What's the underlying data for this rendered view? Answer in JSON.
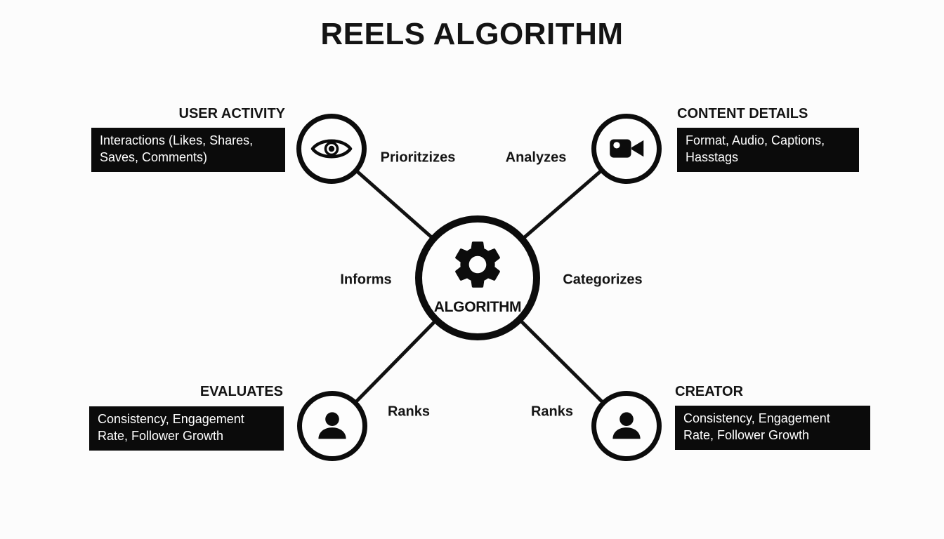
{
  "title": "REELS ALGORITHM",
  "center": {
    "label": "ALGORITHM",
    "icon": "gear-icon"
  },
  "nodes": [
    {
      "id": "user-activity",
      "position": "top-left",
      "heading": "USER ACTIVITY",
      "detail": "Interactions (Likes, Shares, Saves, Comments)",
      "icon": "eye-icon",
      "edge_label": "Prioritzizes"
    },
    {
      "id": "content-details",
      "position": "top-right",
      "heading": "CONTENT DETAILS",
      "detail": "Format, Audio, Captions, Hasstags",
      "icon": "video-camera-icon",
      "edge_label": "Analyzes"
    },
    {
      "id": "evaluates",
      "position": "bottom-left",
      "heading": "EVALUATES",
      "detail": "Consistency, Engagement Rate, Follower Growth",
      "icon": "person-icon",
      "edge_label": "Ranks"
    },
    {
      "id": "creator",
      "position": "bottom-right",
      "heading": "CREATOR",
      "detail": "Consistency, Engagement Rate, Follower Growth",
      "icon": "person-icon",
      "edge_label": "Ranks"
    }
  ],
  "hub_labels": {
    "left": "Informs",
    "right": "Categorizes"
  },
  "colors": {
    "background": "#fcfcfc",
    "ink": "#0b0b0b",
    "box_background": "#0b0b0b",
    "box_text": "#ffffff"
  }
}
